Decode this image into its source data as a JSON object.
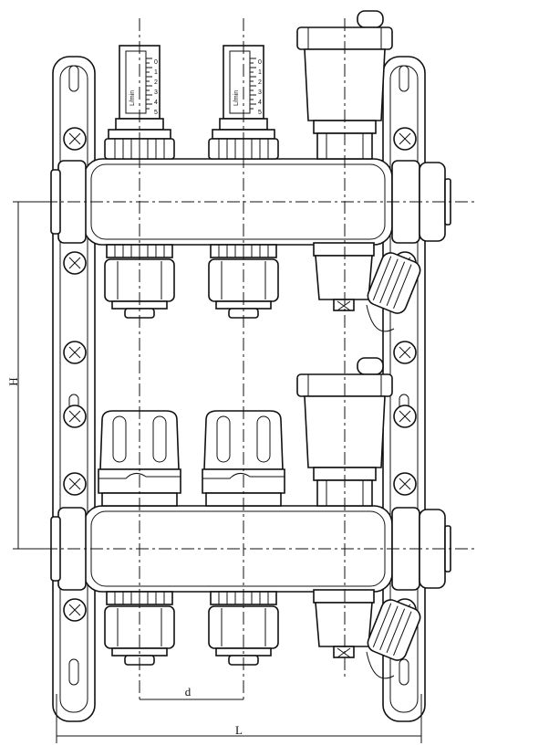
{
  "labels": {
    "height_dim": "H",
    "spacing_dim": "d",
    "length_dim": "L"
  },
  "flowmeter": {
    "unit": "L/min",
    "scale": [
      "0",
      "1",
      "2",
      "3",
      "4",
      "5"
    ]
  }
}
